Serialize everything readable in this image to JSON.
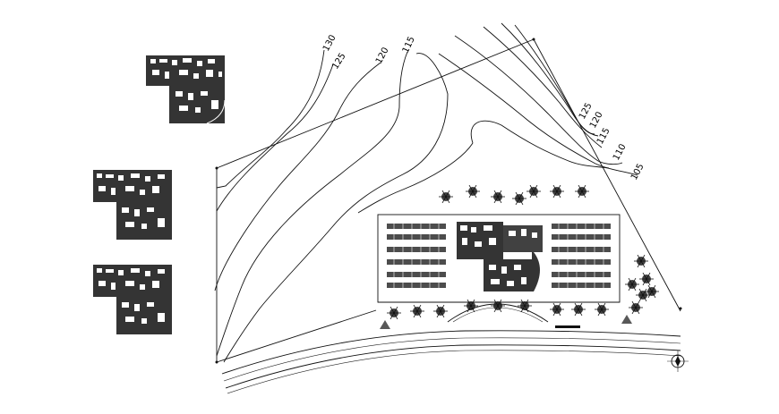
{
  "drawing": {
    "contour_labels_left": [
      "130",
      "125",
      "120",
      "115"
    ],
    "contour_labels_right": [
      "125",
      "120",
      "115",
      "110",
      "105"
    ]
  }
}
